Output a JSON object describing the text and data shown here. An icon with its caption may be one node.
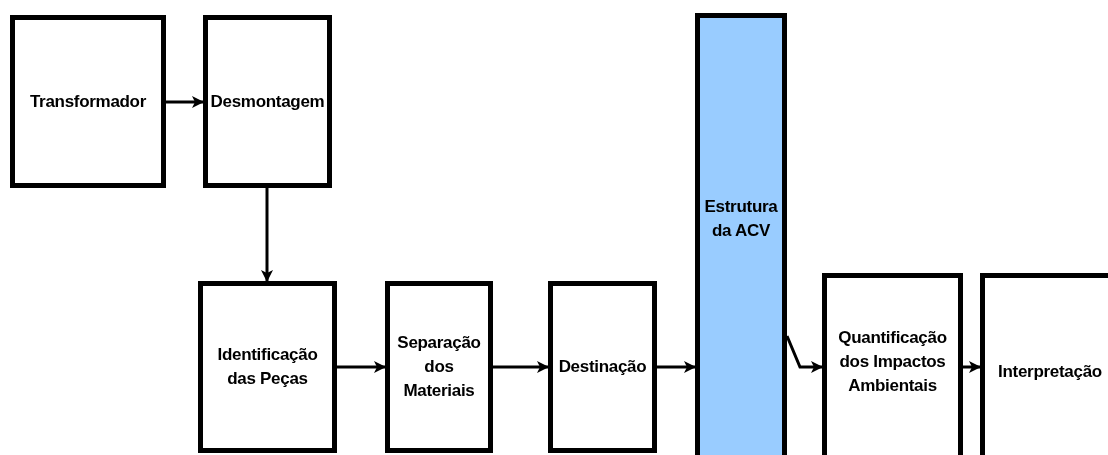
{
  "diagram": {
    "nodes": [
      {
        "text": [
          "Transformador"
        ]
      },
      {
        "text": [
          "Desmontagem"
        ]
      },
      {
        "text": [
          "Identificação das Peças"
        ]
      },
      {
        "text": [
          "Separação dos Materiais"
        ]
      },
      {
        "text": [
          "Destinação"
        ]
      },
      {
        "text": [
          "Estrutura da ACV"
        ]
      },
      {
        "text": [
          "Quantificação dos Impactos Ambientais"
        ]
      },
      {
        "text": [
          "Interpretação"
        ]
      }
    ],
    "edges": [
      {
        "from": 0,
        "to": 1,
        "arrow": "to"
      },
      {
        "from": 1,
        "to": 2,
        "arrow": "to"
      },
      {
        "from": 2,
        "to": 3,
        "arrow": "to"
      },
      {
        "from": 3,
        "to": 4,
        "arrow": "to"
      },
      {
        "from": 4,
        "to": 5,
        "arrow": "to"
      },
      {
        "from": 5,
        "to": 6,
        "arrow": "to"
      },
      {
        "from": 6,
        "to": 7,
        "arrow": "to"
      }
    ]
  }
}
